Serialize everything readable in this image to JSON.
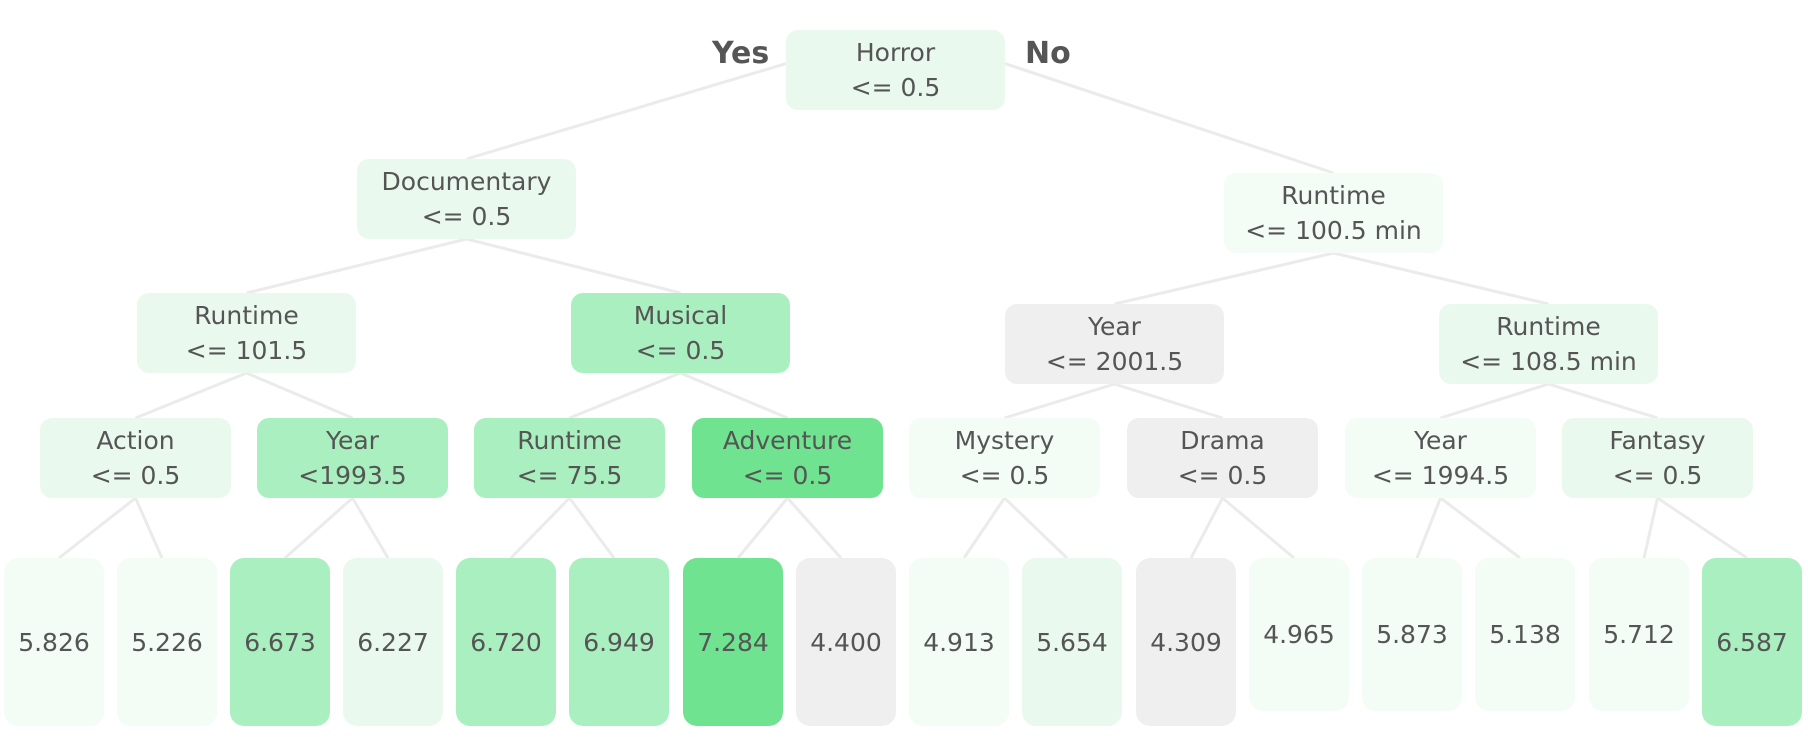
{
  "branch_labels": {
    "yes": "Yes",
    "no": "No"
  },
  "nodes": {
    "root": {
      "feature": "Horror",
      "condition": "<= 0.5"
    },
    "l1_left": {
      "feature": "Documentary",
      "condition": "<= 0.5"
    },
    "l1_right": {
      "feature": "Runtime",
      "condition": "<= 100.5 min"
    },
    "l2_a": {
      "feature": "Runtime",
      "condition": "<= 101.5"
    },
    "l2_b": {
      "feature": "Musical",
      "condition": "<= 0.5"
    },
    "l2_c": {
      "feature": "Year",
      "condition": "<= 2001.5"
    },
    "l2_d": {
      "feature": "Runtime",
      "condition": "<= 108.5 min"
    },
    "l3_a": {
      "feature": "Action",
      "condition": "<= 0.5"
    },
    "l3_b": {
      "feature": "Year",
      "condition": "<1993.5"
    },
    "l3_c": {
      "feature": "Runtime",
      "condition": "<= 75.5"
    },
    "l3_d": {
      "feature": "Adventure",
      "condition": "<= 0.5"
    },
    "l3_e": {
      "feature": "Mystery",
      "condition": "<= 0.5"
    },
    "l3_f": {
      "feature": "Drama",
      "condition": "<= 0.5"
    },
    "l3_g": {
      "feature": "Year",
      "condition": "<= 1994.5"
    },
    "l3_h": {
      "feature": "Fantasy",
      "condition": "<= 0.5"
    }
  },
  "leaves": [
    "5.826",
    "5.226",
    "6.673",
    "6.227",
    "6.720",
    "6.949",
    "7.284",
    "4.400",
    "4.913",
    "5.654",
    "4.309",
    "4.965",
    "5.873",
    "5.138",
    "5.712",
    "6.587"
  ],
  "colors": {
    "lightest": "#f3fcf5",
    "light": "#eaf9ee",
    "medium": "#aaefbf",
    "strong": "#6fe38f",
    "gray": "#efefef",
    "edge": "#ebebeb",
    "text": "#555555"
  }
}
